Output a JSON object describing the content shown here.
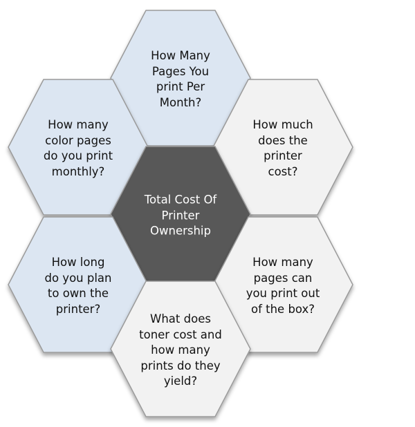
{
  "colors": {
    "blue": "#dce6f2",
    "gray": "#f2f2f2",
    "dark": "#595959",
    "border": "#9a9a9a"
  },
  "hexes": [
    {
      "id": "top",
      "fill": "blue",
      "lines": [
        "How Many",
        "Pages You",
        "print Per",
        "Month?"
      ]
    },
    {
      "id": "upper-left",
      "fill": "blue",
      "lines": [
        "How many",
        "color pages",
        "do you print",
        "monthly?"
      ]
    },
    {
      "id": "upper-right",
      "fill": "gray",
      "lines": [
        "How much",
        "does the",
        "printer",
        "cost?"
      ]
    },
    {
      "id": "center",
      "fill": "dark",
      "lines": [
        "Total Cost Of",
        "Printer",
        "Ownership"
      ]
    },
    {
      "id": "lower-left",
      "fill": "blue",
      "lines": [
        "How long",
        "do you plan",
        "to own the",
        "printer?"
      ]
    },
    {
      "id": "lower-right",
      "fill": "gray",
      "lines": [
        "How many",
        "pages can",
        "you print out",
        "of the box?"
      ]
    },
    {
      "id": "bottom",
      "fill": "gray",
      "lines": [
        "What does",
        "toner cost and",
        "how many",
        "prints do they",
        "yield?"
      ]
    }
  ]
}
